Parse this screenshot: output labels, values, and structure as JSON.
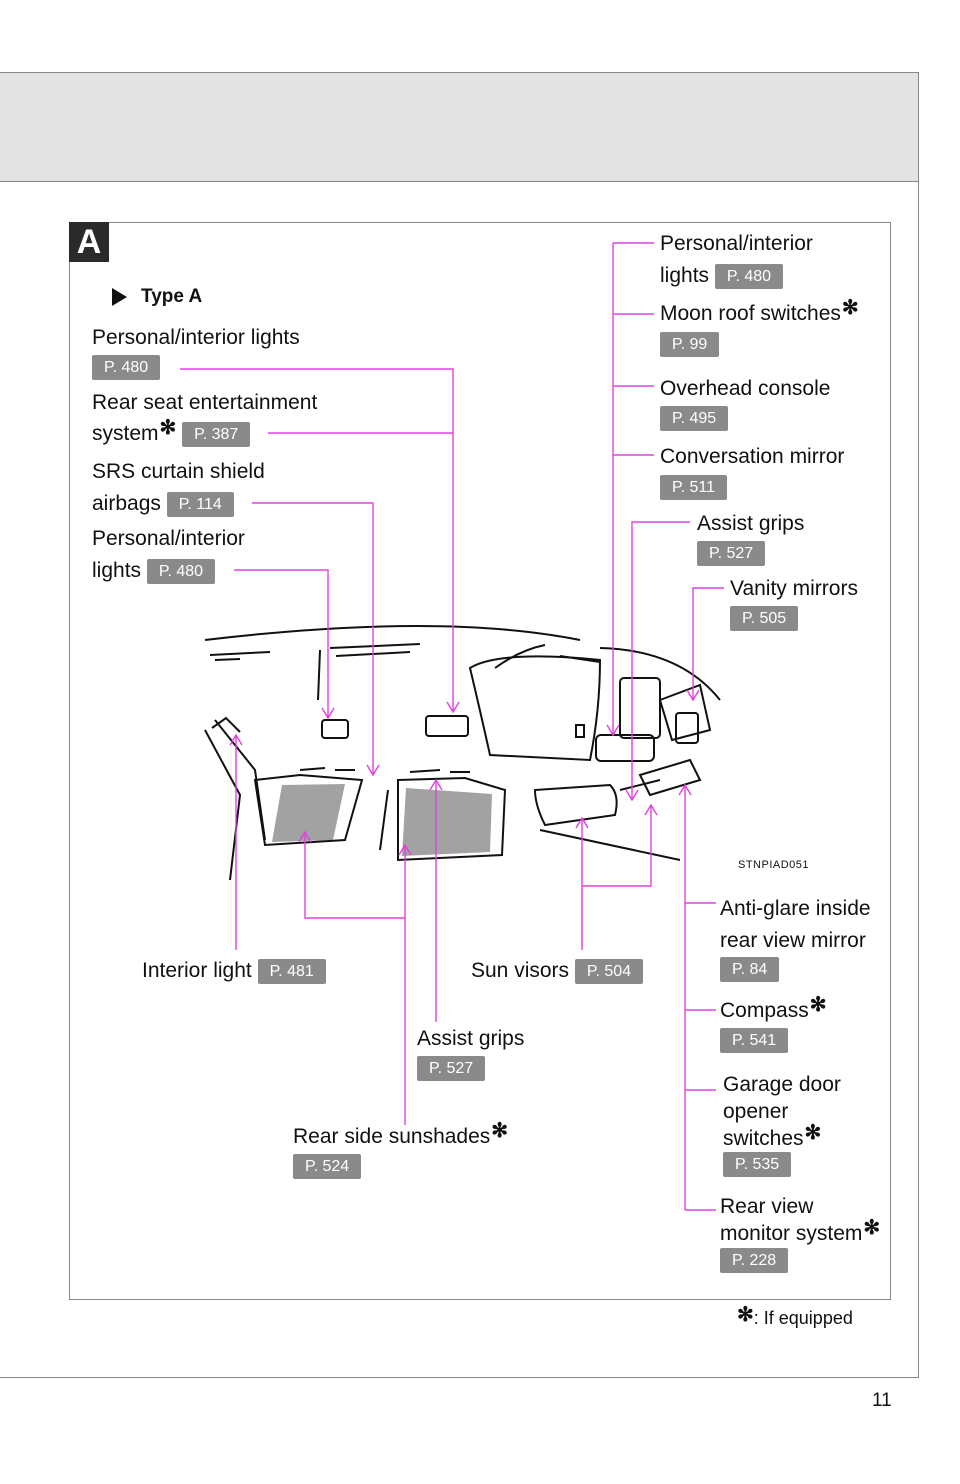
{
  "section_tag": "A",
  "type_label": "Type A",
  "image_code": "STNPIAD051",
  "footnote": ": If equipped",
  "page_number": "11",
  "star": "✻",
  "colors": {
    "leader": "#e040e0",
    "ref_badge": "#8a8a8a",
    "header_band": "#e3e3e3"
  },
  "labels": {
    "left_lights1": {
      "text": "Personal/interior lights",
      "ref": "P. 480"
    },
    "rear_ent": {
      "line1": "Rear seat entertainment",
      "line2": "system",
      "ref": "P. 387"
    },
    "srs": {
      "line1": "SRS curtain shield",
      "line2": "airbags",
      "ref": "P. 114"
    },
    "left_lights2": {
      "line1": "Personal/interior",
      "line2": "lights",
      "ref": "P. 480"
    },
    "right_lights": {
      "line1": "Personal/interior",
      "line2": "lights",
      "ref": "P. 480"
    },
    "moon_roof": {
      "text": "Moon roof switches",
      "ref": "P. 99"
    },
    "overhead": {
      "text": "Overhead console",
      "ref": "P. 495"
    },
    "conv_mirror": {
      "text": "Conversation mirror",
      "ref": "P. 511"
    },
    "assist_grips_top": {
      "text": "Assist grips",
      "ref": "P. 527"
    },
    "vanity": {
      "text": "Vanity mirrors",
      "ref": "P. 505"
    },
    "interior_light": {
      "text": "Interior light",
      "ref": "P. 481"
    },
    "sun_visors": {
      "text": "Sun visors",
      "ref": "P. 504"
    },
    "anti_glare": {
      "line1": "Anti-glare inside",
      "line2": "rear view mirror",
      "ref": "P. 84"
    },
    "compass": {
      "text": "Compass",
      "ref": "P. 541"
    },
    "assist_grips_bottom": {
      "text": "Assist grips",
      "ref": "P. 527"
    },
    "garage": {
      "line1": "Garage door",
      "line2": "opener",
      "line3": "switches",
      "ref": "P. 535"
    },
    "rear_sunshades": {
      "text": "Rear side sunshades",
      "ref": "P. 524"
    },
    "rear_view_monitor": {
      "line1": "Rear view",
      "line2": "monitor system",
      "ref": "P. 228"
    }
  }
}
